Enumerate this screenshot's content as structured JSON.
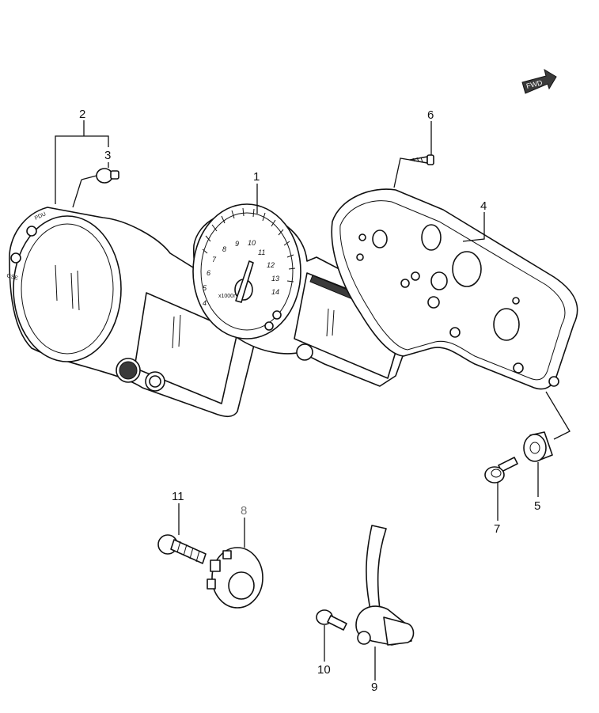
{
  "fwd_label": "FWD",
  "callouts": [
    {
      "id": "1",
      "label": "1"
    },
    {
      "id": "2",
      "label": "2"
    },
    {
      "id": "3",
      "label": "3"
    },
    {
      "id": "4",
      "label": "4"
    },
    {
      "id": "5",
      "label": "5"
    },
    {
      "id": "6",
      "label": "6"
    },
    {
      "id": "7",
      "label": "7"
    },
    {
      "id": "8",
      "label": "8"
    },
    {
      "id": "9",
      "label": "9"
    },
    {
      "id": "10",
      "label": "10"
    },
    {
      "id": "11",
      "label": "11"
    }
  ],
  "tacho": {
    "numbers": [
      "4",
      "5",
      "6",
      "7",
      "8",
      "9",
      "10",
      "11",
      "12",
      "13",
      "14"
    ],
    "unit": "x1000r"
  },
  "bezel_text": [
    "PDU",
    "GSE"
  ]
}
